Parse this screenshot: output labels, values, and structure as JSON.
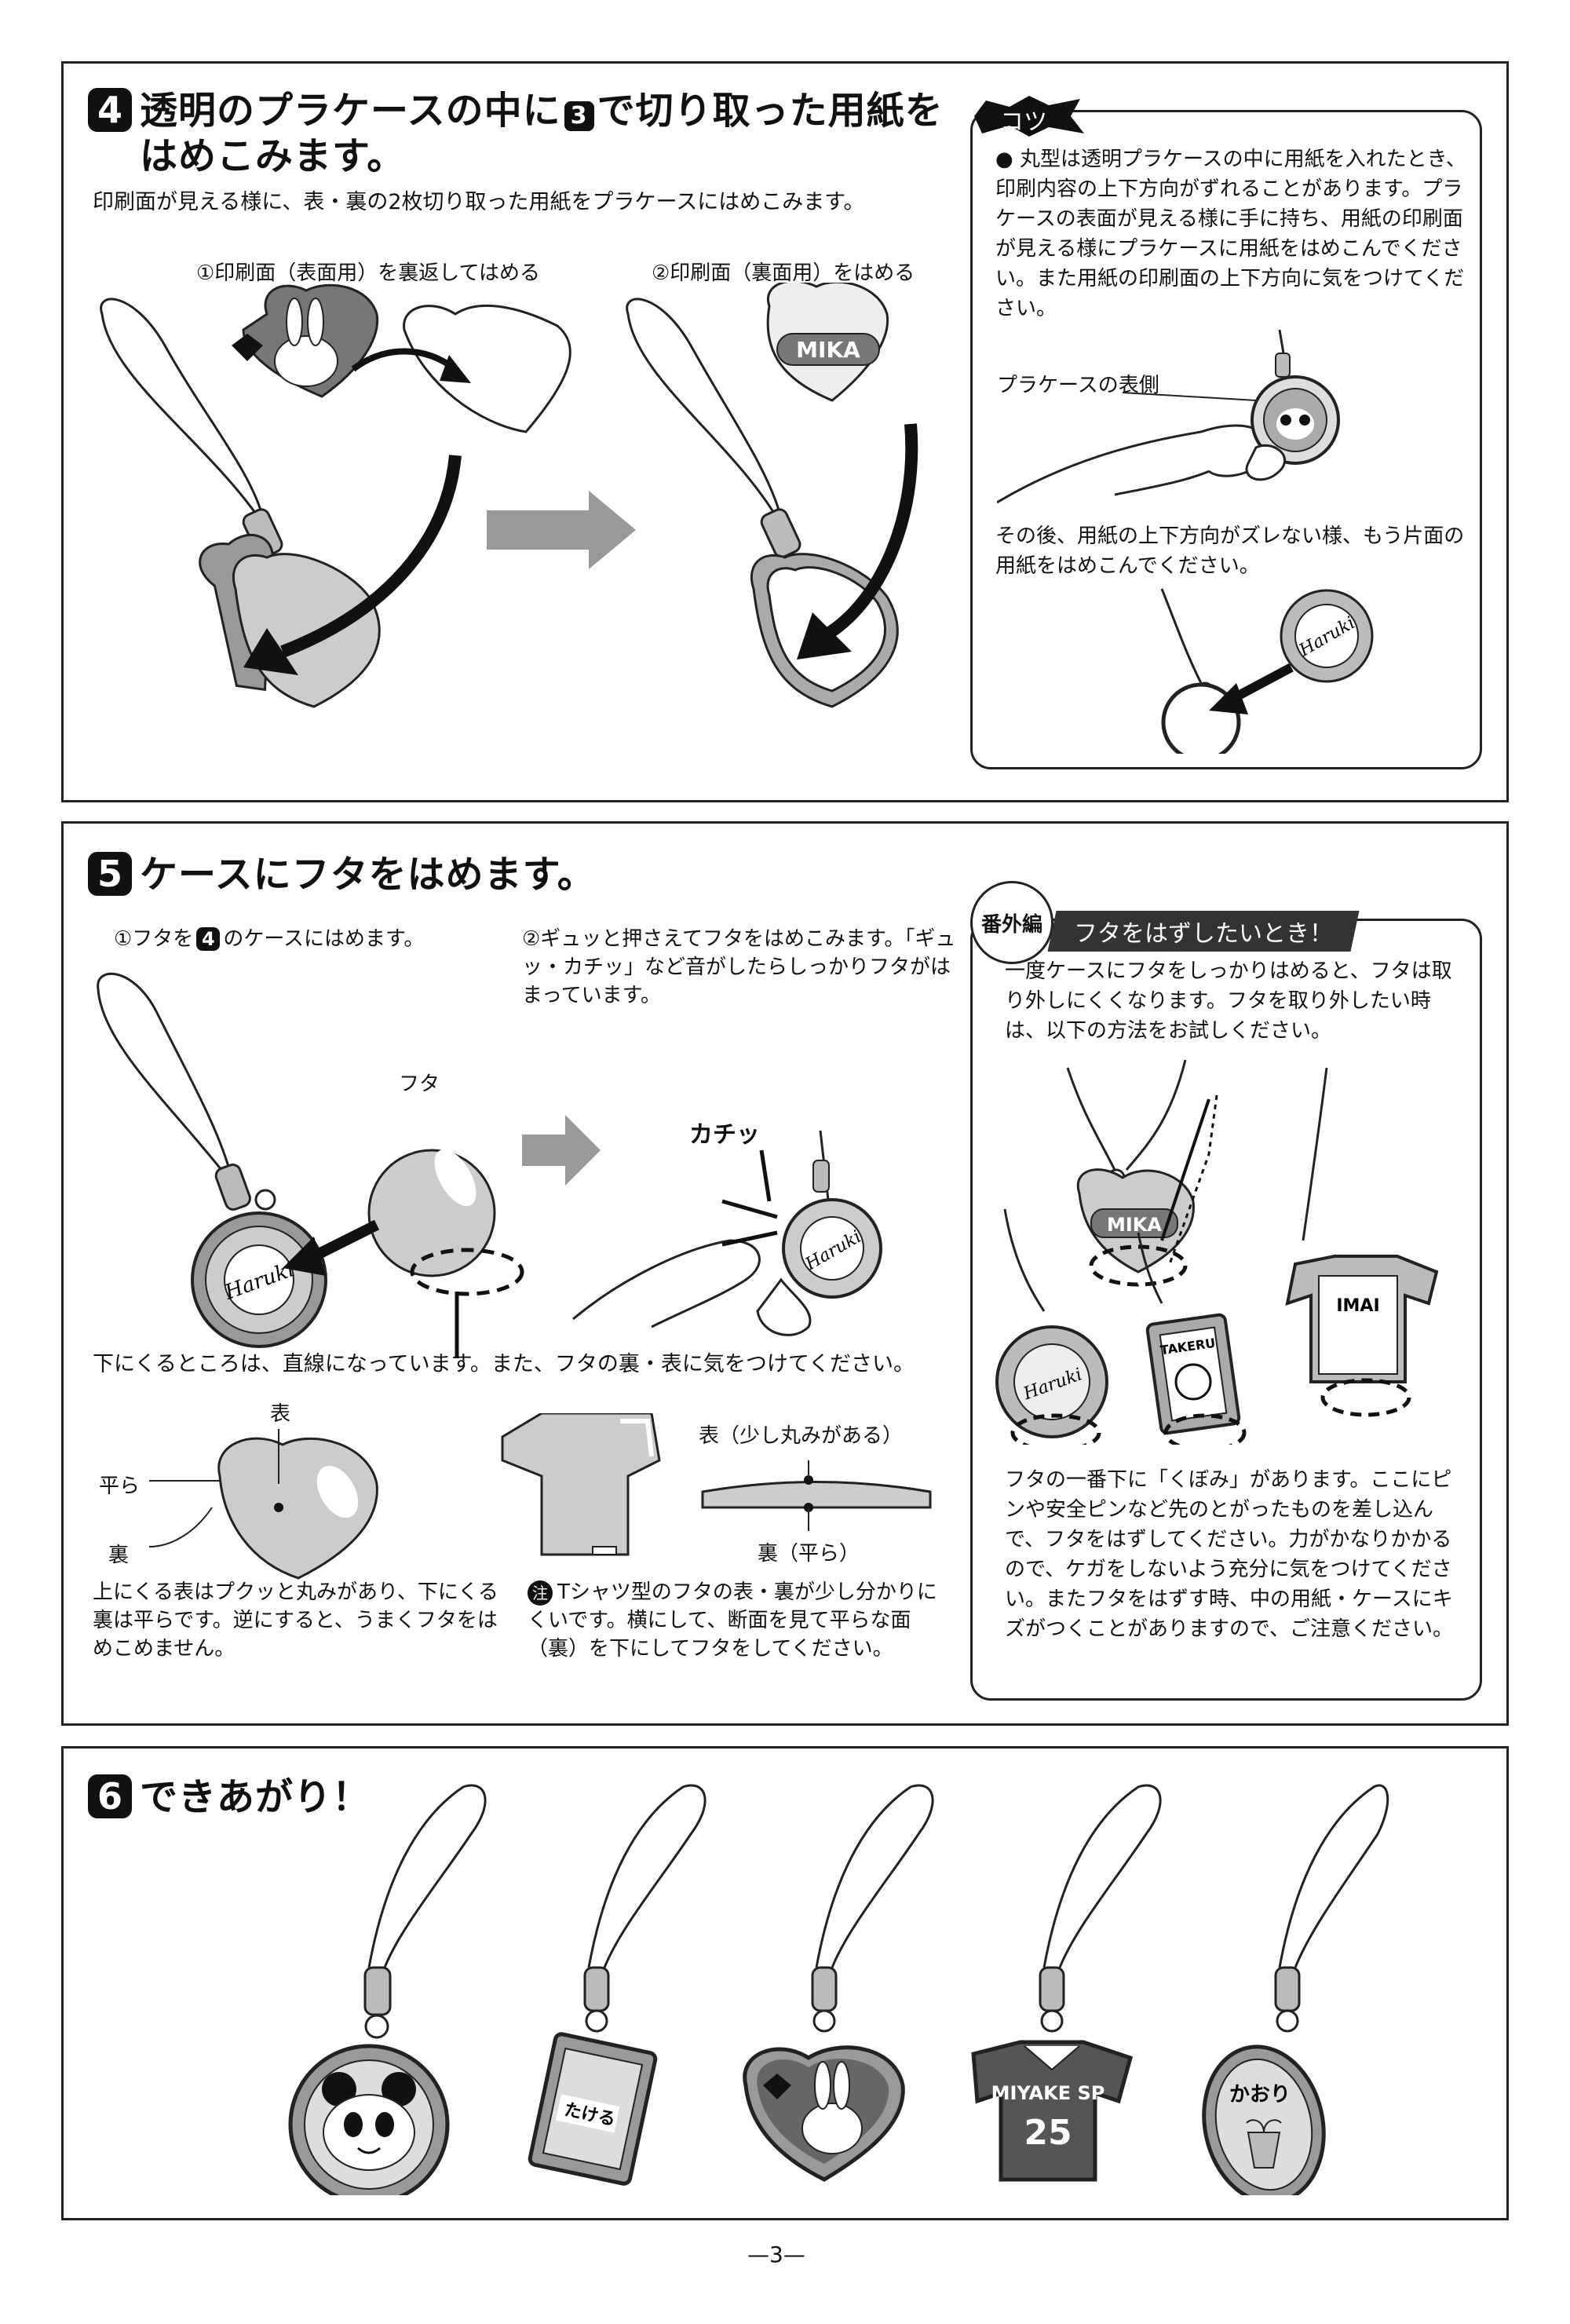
{
  "step4": {
    "num": "4",
    "title_line1": "透明のプラケースの中に",
    "title_ref": "3",
    "title_line1b": "で切り取った用紙を",
    "title_line2": "はめこみます。",
    "desc": "印刷面が見える様に、表・裏の2枚切り取った用紙をプラケースにはめこみます。",
    "caption1": "①印刷面（表面用）を裏返してはめる",
    "caption2": "②印刷面（裏面用）をはめる",
    "tip_badge": "コツ",
    "tip_text": "● 丸型は透明プラケースの中に用紙を入れたとき、印刷内容の上下方向がずれることがあります。プラケースの表面が見える様に手に持ち、用紙の印刷面が見える様にプラケースに用紙をはめこんでください。また用紙の印刷面の上下方向に気をつけてください。",
    "case_front_label": "プラケースの表側",
    "tip_text2": "その後、用紙の上下方向がズレない様、もう片面の用紙をはめこんでください。",
    "name_mika": "MIKA",
    "name_haruki": "Haruki"
  },
  "step5": {
    "num": "5",
    "title": "ケースにフタをはめます。",
    "caption1_pre": "①フタを",
    "caption1_ref": "4",
    "caption1_post": "のケースにはめます。",
    "caption2": "②ギュッと押さえてフタをはめこみます。「ギュッ・カチッ」など音がしたらしっかりフタがはまっています。",
    "label_futa": "フタ",
    "label_kachi": "カチッ",
    "note_bottom": "下にくるところは、直線になっています。また、フタの裏・表に気をつけてください。",
    "label_omote": "表",
    "label_taira": "平ら",
    "label_ura": "裏",
    "heart_note": "上にくる表はプクッと丸みがあり、下にくる裏は平らです。逆にすると、うまくフタをはめこめません。",
    "label_omote_round": "表（少し丸みがある）",
    "label_ura_flat": "裏（平ら）",
    "note_mark": "注",
    "tshirt_note": "Tシャツ型のフタの表・裏が少し分かりにくいです。横にして、断面を見て平らな面（裏）を下にしてフタをしてください。",
    "extra_badge": "番外編",
    "extra_title": "フタをはずしたいとき！",
    "extra_text1": "一度ケースにフタをしっかりはめると、フタは取り外しにくくなります。フタを取り外したい時は、以下の方法をお試しください。",
    "extra_text2": "フタの一番下に「くぼみ」があります。ここにピンや安全ピンなど先のとがったものを差し込んで、フタをはずしてください。力がかなりかかるので、ケガをしないよう充分に気をつけてください。またフタをはずす時、中の用紙・ケースにキズがつくことがありますので、ご注意ください。",
    "name_takeru": "TAKERU",
    "name_imai": "IMAI"
  },
  "step6": {
    "num": "6",
    "title": "できあがり！",
    "name_takeru_jp": "たける",
    "name_team": "MIYAKE SP",
    "jersey_no": "25",
    "name_kaori": "かおり"
  },
  "page_number": "—3—"
}
